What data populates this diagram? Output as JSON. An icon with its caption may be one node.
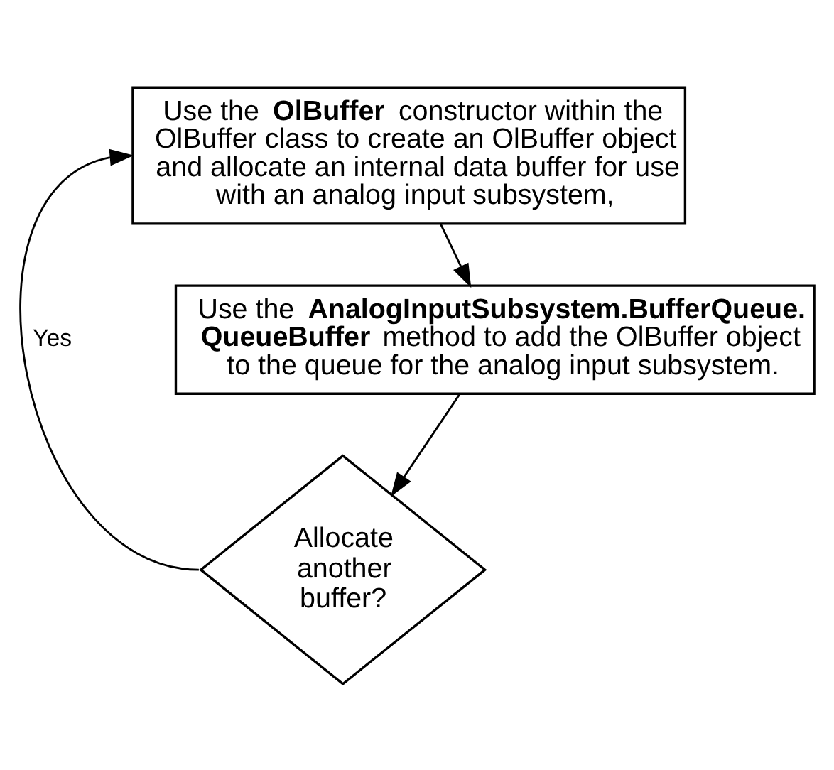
{
  "diagram": {
    "nodes": [
      {
        "text": [
          "Use the **OlBuffer** constructor within the OlBuffer class to create an OlBuffer object and allocate an internal data buffer for use with an analog input subsystem,"
        ]
      },
      {
        "text": [
          "Use the **AnalogInputSubsystem.BufferQueue. QueueBuffer** method to add the OlBuffer object to the queue for the analog input subsystem."
        ]
      },
      {
        "text": [
          "Allocate another buffer?"
        ]
      }
    ],
    "edges": [
      {
        "from": 0,
        "to": 1,
        "arrow": "to"
      },
      {
        "from": 1,
        "to": 2,
        "arrow": "to"
      },
      {
        "from": 2,
        "to": 0,
        "arrow": "to",
        "label": "Yes"
      }
    ]
  }
}
